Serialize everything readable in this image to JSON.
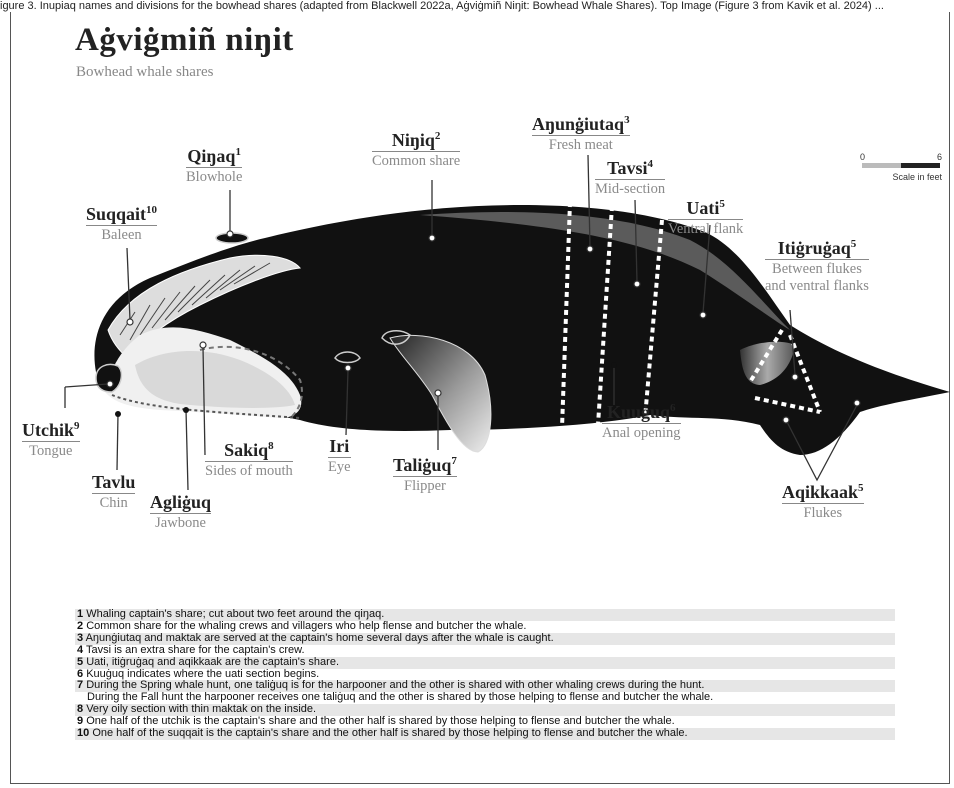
{
  "header_strip": "igure 3. Inupiaq names and divisions for the bowhead shares (adapted from Blackwell 2022a, Aġviġmiñ Niŋit: Bowhead Whale Shares). Top Image (Figure 3 from Kavik et al. 2024) ...",
  "title": "Aġviġmiñ niŋit",
  "subtitle": "Bowhead whale shares",
  "scale": {
    "zero": "0",
    "max": "6",
    "caption": "Scale in feet"
  },
  "labels": {
    "qinaq": {
      "name": "Qiŋaq",
      "sup": "1",
      "trans": "Blowhole"
    },
    "suqqait": {
      "name": "Suqqait",
      "sup": "10",
      "trans": "Baleen"
    },
    "ninjiq": {
      "name": "Niŋiq",
      "sup": "2",
      "trans": "Common share"
    },
    "anungiutaq": {
      "name": "Aŋunġiutaq",
      "sup": "3",
      "trans": "Fresh meat"
    },
    "tavsi": {
      "name": "Tavsi",
      "sup": "4",
      "trans": "Mid-section"
    },
    "uati": {
      "name": "Uati",
      "sup": "5",
      "trans": "Ventral flank"
    },
    "itigruagaq": {
      "name": "Itiġruġaq",
      "sup": "5",
      "trans": "Between flukes",
      "trans2": "and ventral flanks"
    },
    "utchik": {
      "name": "Utchik",
      "sup": "9",
      "trans": "Tongue"
    },
    "tavlu": {
      "name": "Tavlu",
      "sup": "",
      "trans": "Chin"
    },
    "agliguq": {
      "name": "Agliġuq",
      "sup": "",
      "trans": "Jawbone"
    },
    "sakiq": {
      "name": "Sakiq",
      "sup": "8",
      "trans": "Sides of mouth"
    },
    "iri": {
      "name": "Iri",
      "sup": "",
      "trans": "Eye"
    },
    "taliguq": {
      "name": "Taliġuq",
      "sup": "7",
      "trans": "Flipper"
    },
    "kuuguq": {
      "name": "Kuuġuq",
      "sup": "6",
      "trans": "Anal opening"
    },
    "aqikkaak": {
      "name": "Aqikkaak",
      "sup": "5",
      "trans": "Flukes"
    }
  },
  "notes": [
    {
      "num": "1",
      "text": "Whaling captain's share; cut about two feet around the qiŋaq."
    },
    {
      "num": "2",
      "text": "Common share for the whaling crews and villagers who help flense and butcher the whale."
    },
    {
      "num": "3",
      "text": "Aŋunġiutaq and maktak are served at the captain's home several days after the whale is caught."
    },
    {
      "num": "4",
      "text": "Tavsi is an extra share for the captain's crew."
    },
    {
      "num": "5",
      "text": "Uati, itiġruġaq and aqikkaak are the captain's share."
    },
    {
      "num": "6",
      "text": "Kuuġuq indicates where the uati section begins."
    },
    {
      "num": "7",
      "text": "During the Spring whale hunt, one taliġuq is for the harpooner and the other is shared with other whaling crews during the hunt."
    },
    {
      "num": "",
      "text": "During the Fall hunt the harpooner receives one taliġuq and the other is shared by those helping to flense and butcher the whale."
    },
    {
      "num": "8",
      "text": "Very oily section with thin maktak on the inside."
    },
    {
      "num": "9",
      "text": "One half of the utchik is the captain's share and the other half is shared by those helping to flense and butcher the whale."
    },
    {
      "num": "10",
      "text": "One half of the suqqait is the captain's share and the other half is shared by those helping to flense and butcher the whale."
    }
  ]
}
